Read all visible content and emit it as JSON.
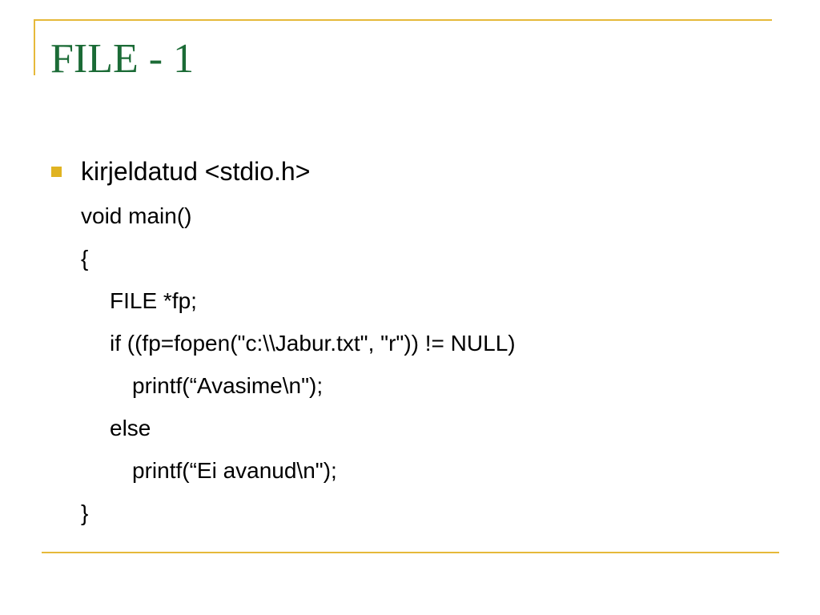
{
  "slide": {
    "title": "FILE - 1",
    "accent_color": "#e6b93a",
    "title_color": "#1b6b36",
    "bullet_icon": "square-bullet-icon",
    "lines": [
      "kirjeldatud <stdio.h>",
      "void main()",
      "{",
      "FILE *fp;",
      "if ((fp=fopen(\"c:\\\\Jabur.txt\", \"r\")) != NULL)",
      "printf(“Avasime\\n\");",
      "else",
      "printf(“Ei avanud\\n\");",
      "}"
    ]
  }
}
